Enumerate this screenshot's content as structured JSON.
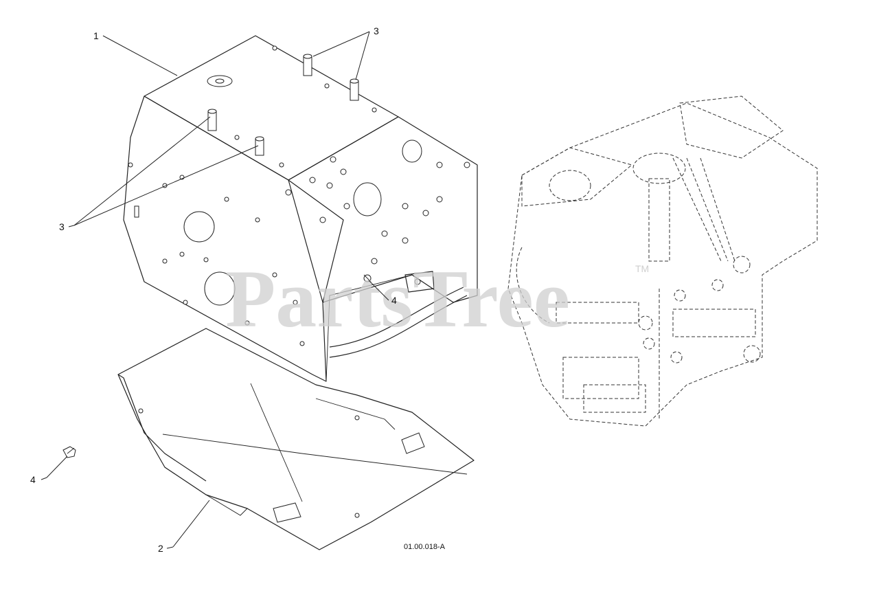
{
  "callouts": {
    "c1": "1",
    "c2": "2",
    "c3_top": "3",
    "c3_left": "3",
    "c4_mid": "4",
    "c4_left": "4"
  },
  "reference_code": "01.00.018-A",
  "watermark": {
    "text": "PartsTree",
    "trademark": "TM"
  }
}
